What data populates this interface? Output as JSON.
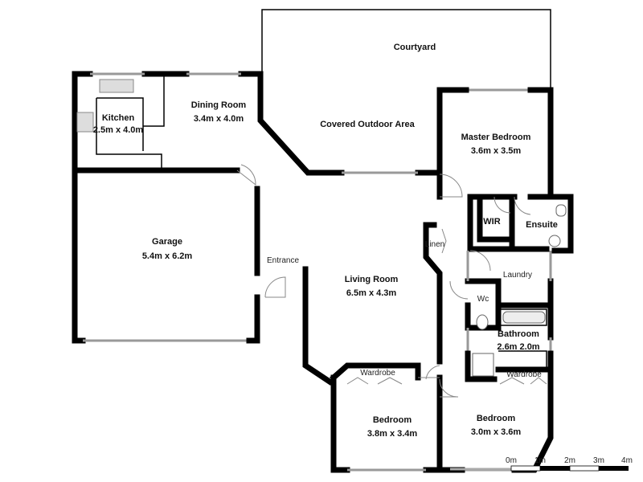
{
  "rooms": [
    {
      "name": "Courtyard",
      "size": ""
    },
    {
      "name": "Covered Outdoor Area",
      "size": ""
    },
    {
      "name": "Kitchen",
      "size": "2.5m x 4.0m"
    },
    {
      "name": "Dining Room",
      "size": "3.4m x 4.0m"
    },
    {
      "name": "Master Bedroom",
      "size": "3.6m x 3.5m"
    },
    {
      "name": "Garage",
      "size": "5.4m x 6.2m"
    },
    {
      "name": "Living Room",
      "size": "6.5m x 4.3m"
    },
    {
      "name": "Bedroom",
      "size": "3.8m x 3.4m"
    },
    {
      "name": "Bedroom",
      "size": "3.0m x 3.6m"
    },
    {
      "name": "Bathroom",
      "size": "2.6m 2.0m"
    }
  ],
  "minor_labels": {
    "entrance": "Entrance",
    "linen": "Linen",
    "wir": "WIR",
    "ensuite": "Ensuite",
    "laundry": "Laundry",
    "wc": "Wc",
    "wardrobe1": "Wardrobe",
    "wardrobe2": "Wardrobe"
  },
  "scale_bar": {
    "ticks": [
      "0m",
      "1m",
      "2m",
      "3m",
      "4m"
    ]
  }
}
